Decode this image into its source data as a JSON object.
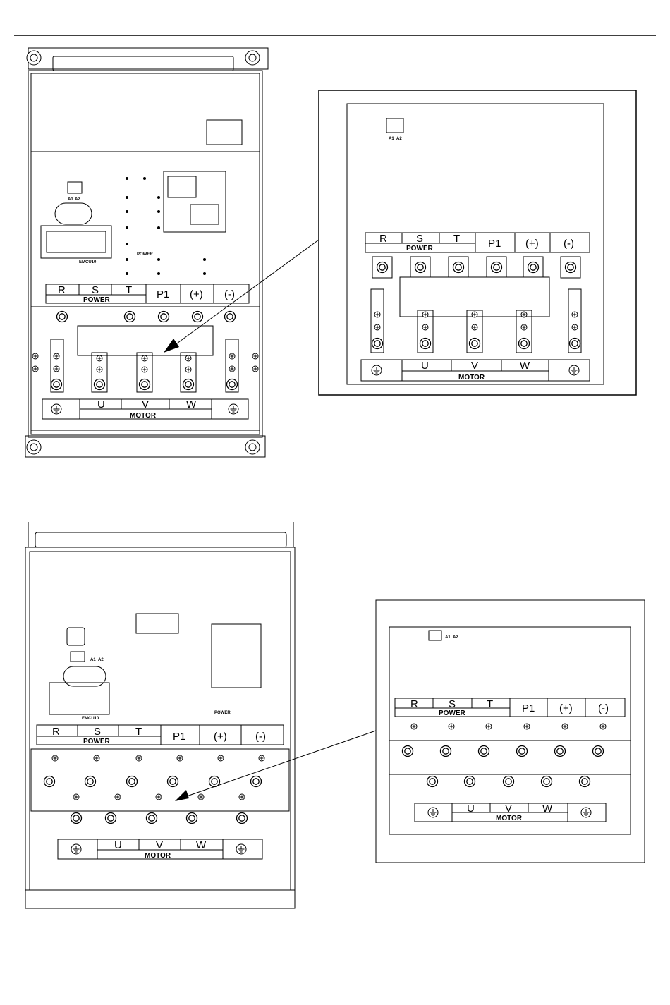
{
  "figures": [
    {
      "terminal_strip": {
        "power_labels": [
          "R",
          "S",
          "T"
        ],
        "power_group": "POWER",
        "dc_labels": [
          "P1",
          "(+)",
          "(-)"
        ],
        "motor_labels": [
          "U",
          "V",
          "W"
        ],
        "motor_group": "MOTOR"
      },
      "board_labels": {
        "module": "EMCU10",
        "power_mark": "POWER",
        "jumper_a1": "A1",
        "jumper_a2": "A2"
      }
    },
    {
      "terminal_strip": {
        "power_labels": [
          "R",
          "S",
          "T"
        ],
        "power_group": "POWER",
        "dc_labels": [
          "P1",
          "(+)",
          "(-)"
        ],
        "motor_labels": [
          "U",
          "V",
          "W"
        ],
        "motor_group": "MOTOR"
      },
      "board_labels": {
        "module": "EMCU10",
        "power_mark": "POWER",
        "jumper_a1": "A1",
        "jumper_a2": "A2"
      }
    }
  ]
}
